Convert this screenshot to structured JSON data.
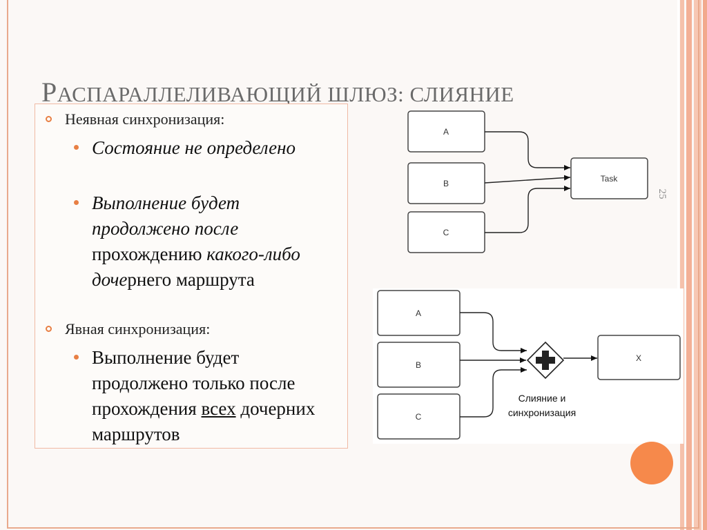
{
  "slide": {
    "title_first": "Р",
    "title_rest": "АСПАРАЛЛЕЛИВАЮЩИЙ ШЛЮЗ: СЛИЯНИЕ",
    "number": "25"
  },
  "content": {
    "implicit": {
      "heading": "Неявная синхронизация:",
      "bullet1": "Состояние не определено",
      "bullet2_italic_a": "Выполнение будет продолжено после",
      "bullet2_plain_a": "прохождению",
      "bullet2_italic_b": "какого-либо доче",
      "bullet2_plain_b": "рнего маршрута"
    },
    "explicit": {
      "heading": "Явная синхронизация:",
      "bullet_plain_a": "Выполнение будет продолжено только после прохождения",
      "bullet_underlined": "всех",
      "bullet_plain_b": "дочерних маршрутов"
    }
  },
  "diagram_top": {
    "boxes": [
      "A",
      "B",
      "C"
    ],
    "target": "Task"
  },
  "diagram_bottom": {
    "boxes": [
      "A",
      "B",
      "C"
    ],
    "gateway_icon": "plus-icon",
    "target": "X",
    "caption_line1": "Слияние и",
    "caption_line2": "синхронизация"
  },
  "colors": {
    "accent": "#e87f44",
    "frame": "#e9a98c",
    "orange_dot": "#f6894b"
  }
}
